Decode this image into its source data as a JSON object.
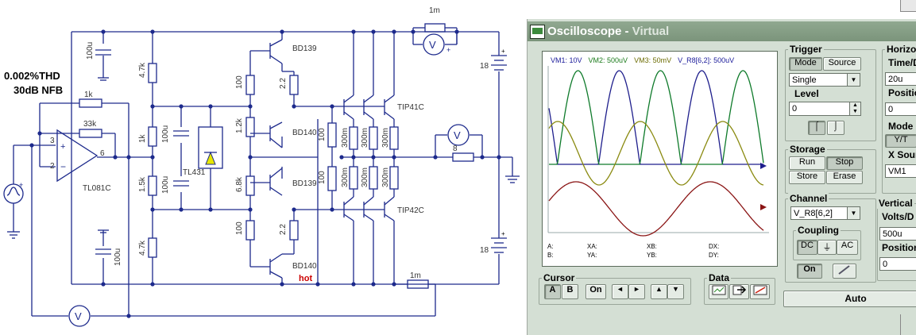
{
  "schematic": {
    "notes": {
      "thd": "0.002%THD",
      "nfb": "30dB NFB"
    },
    "components": {
      "r_1k_fb": "1k",
      "r_33k": "33k",
      "opamp": "TL081C",
      "opamp_pin3": "3",
      "opamp_pin2": "2",
      "opamp_pin6": "6",
      "c_top": "100u",
      "c_bottom": "100u",
      "r_4k7_top": "4.7k",
      "r_1k": "1k",
      "r_1k5": "1.5k",
      "r_4k7_bottom": "4.7k",
      "c_mid1": "100u",
      "c_mid2": "100u",
      "tl431": "TL431",
      "r_100_top": "100",
      "r_1k2": "1.2k",
      "r_6k8": "6.8k",
      "r_100_bottom": "100",
      "q_bd139_top": "BD139",
      "q_bd140_mid": "BD140",
      "q_bd139_mid": "BD139",
      "q_bd140_bottom": "BD140",
      "r_2k2_top": "2.2",
      "r_2k2_bottom": "2.2",
      "r_100_a": "100",
      "r_100_b": "100",
      "r_300m_1": "300m",
      "r_300m_2": "300m",
      "r_300m_3": "300m",
      "r_300m_4": "300m",
      "r_300m_5": "300m",
      "r_300m_6": "300m",
      "q_tip41c": "TIP41C",
      "q_tip42c": "TIP42C",
      "r_1m_top": "1m",
      "r_1m_bottom": "1m",
      "r_load": "8",
      "v_top": "18",
      "v_bottom": "18",
      "hot": "hot",
      "meter_v": "V"
    }
  },
  "scope": {
    "title": "Oscilloscope",
    "title_suffix": "Virtual",
    "screen": {
      "vm_labels": [
        {
          "text": "VM1: 10V",
          "color": "#1a1a9a"
        },
        {
          "text": "VM2: 500uV",
          "color": "#1a7a1a"
        },
        {
          "text": "VM3: 50mV",
          "color": "#6b6b00"
        },
        {
          "text": "V_R8[6,2]: 500uV",
          "color": "#1a1a9a"
        }
      ],
      "cursor": {
        "a": "A:",
        "b": "B:",
        "xa": "XA:",
        "ya": "YA:",
        "xb": "XB:",
        "yb": "YB:",
        "dx": "DX:",
        "dy": "DY:"
      },
      "trace_colors": {
        "vm1": "#1e1e8c",
        "vm2": "#0e7a2a",
        "vm3": "#8a8a10",
        "vr8": "#8a1414"
      }
    },
    "trigger": {
      "title": "Trigger",
      "mode_label": "Mode",
      "source_label": "Source",
      "mode_value": "Single",
      "level_label": "Level",
      "level_value": "0"
    },
    "storage": {
      "title": "Storage",
      "run": "Run",
      "stop": "Stop",
      "store": "Store",
      "erase": "Erase"
    },
    "channel": {
      "title": "Channel",
      "value": "V_R8[6,2]",
      "coupling_title": "Coupling",
      "dc": "DC",
      "gnd": "⏚",
      "ac": "AC",
      "on": "On"
    },
    "horizontal": {
      "title": "Horizon",
      "time_label": "Time/D",
      "time_value": "20u",
      "position_label": "Position",
      "position_value": "0",
      "mode_label": "Mode",
      "mode_value": "Y/T",
      "xsource_label": "X Sour",
      "xsource_value": "VM1"
    },
    "vertical": {
      "title": "Vertical",
      "volts_label": "Volts/D",
      "volts_value": "500u",
      "position_label": "Position",
      "position_value": "0"
    },
    "cursor_panel": {
      "title": "Cursor",
      "a": "A",
      "b": "B",
      "on": "On",
      "left": "◄",
      "right": "►",
      "up": "▲",
      "down": "▼"
    },
    "data_panel": {
      "title": "Data"
    },
    "auto": "Auto"
  }
}
